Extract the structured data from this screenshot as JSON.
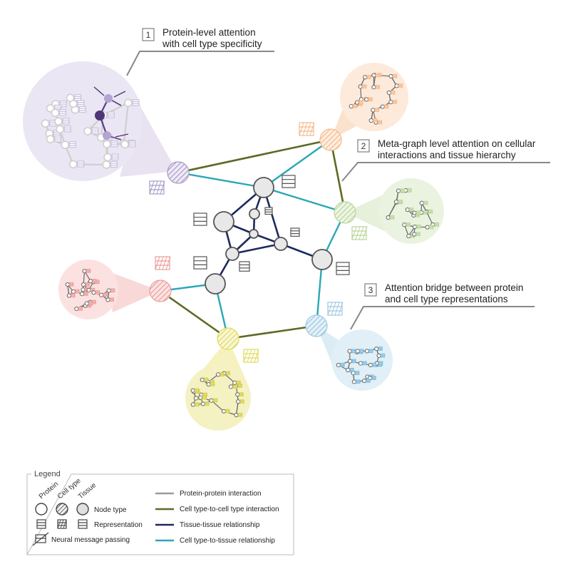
{
  "callouts": [
    {
      "number": "1",
      "line1": "Protein-level attention",
      "line2": "with cell type specificity"
    },
    {
      "number": "2",
      "line1": "Meta-graph level attention on cellular",
      "line2": "interactions and tissue hierarchy"
    },
    {
      "number": "3",
      "line1": "Attention bridge between protein",
      "line2": "and cell type representations"
    }
  ],
  "legend": {
    "title": "Legend",
    "column_protein": "Protein",
    "column_cell_type": "Cell type",
    "column_tissue": "Tissue",
    "node_type": "Node type",
    "representation": "Representation",
    "neural_message_passing": "Neural message passing",
    "edges": [
      {
        "label": "Protein-protein interaction",
        "color": "#9a9a9a"
      },
      {
        "label": "Cell type-to-cell type interaction",
        "color": "#5b6b25"
      },
      {
        "label": "Tissue-tissue relationship",
        "color": "#1b2a5e"
      },
      {
        "label": "Cell type-to-tissue relationship",
        "color": "#2aa7b8"
      }
    ]
  },
  "colors": {
    "purple": "#a79bc7",
    "orange": "#f5b98a",
    "green": "#b9d59a",
    "red": "#ec9c98",
    "yellow": "#e7e27a",
    "blue": "#9cc9e0",
    "tissue_node": "#e8e8e8",
    "tissue_stroke": "#555555"
  }
}
